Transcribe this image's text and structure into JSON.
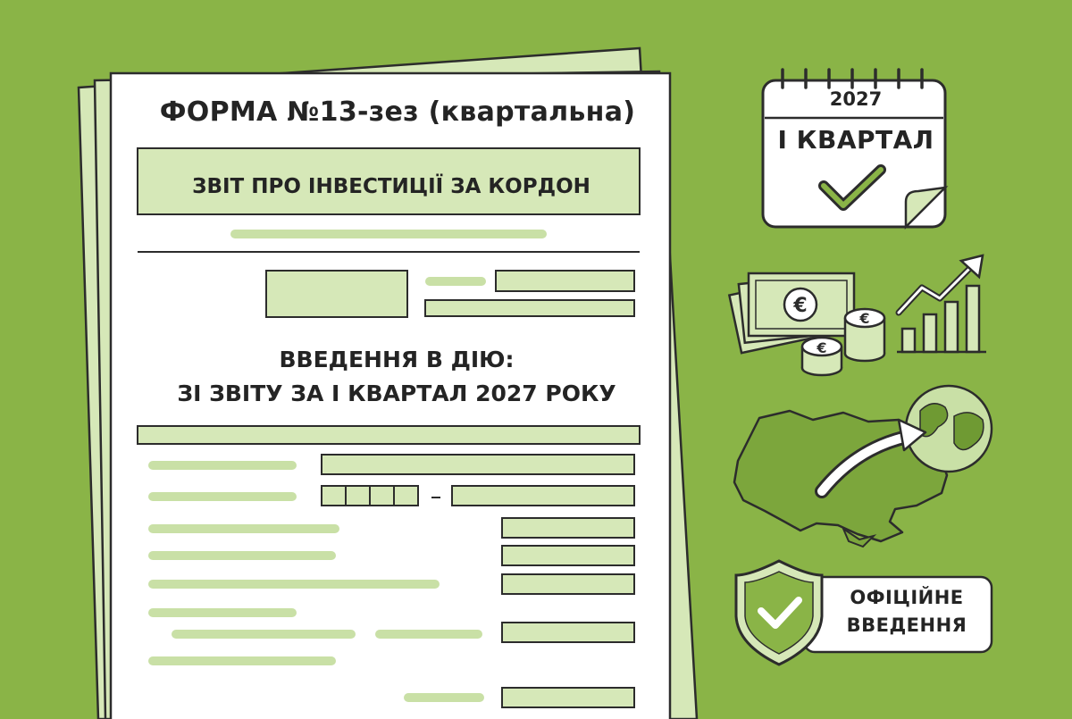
{
  "form": {
    "title": "ФОРМА №13-зез (квартальна)",
    "report_title": "ЗВІТ ПРО ІНВЕСТИЦІЇ ЗА КОРДОН",
    "effective_line1": "ВВЕДЕННЯ В ДІЮ:",
    "effective_line2": "ЗІ ЗВІТУ ЗА І КВАРТАЛ 2027 РОКУ",
    "date_separator": "-"
  },
  "calendar": {
    "year": "2027",
    "quarter": "І КВАРТАЛ",
    "icon": "check-icon"
  },
  "money": {
    "currency_symbol": "€",
    "icon": "euro-banknotes-coins-icon"
  },
  "growth_chart": {
    "icon": "growth-chart-icon"
  },
  "investment_map": {
    "icon": "ukraine-to-globe-icon"
  },
  "badge": {
    "line1": "ОФІЦІЙНЕ",
    "line2": "ВВЕДЕННЯ",
    "icon": "shield-check-icon"
  },
  "colors": {
    "background": "#8ab447",
    "light_green": "#d6e8b8",
    "dark_stroke": "#2c2c2c",
    "paper": "#ffffff"
  }
}
